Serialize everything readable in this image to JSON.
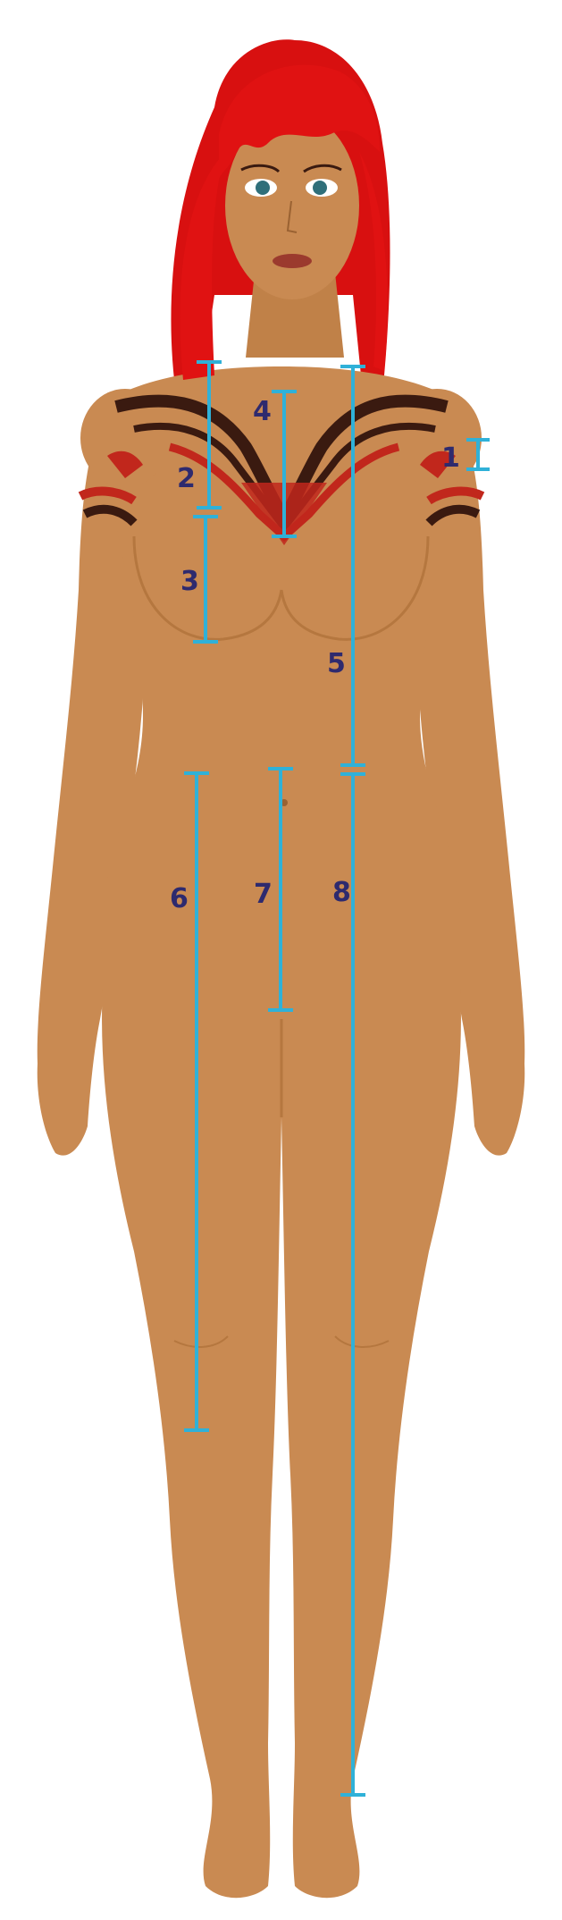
{
  "figure": {
    "description_colors": {
      "skin": "#c98a52",
      "skin_shadow": "#b5773f",
      "hair": "#e01212",
      "hair_dark": "#9c0a0a",
      "tattoo_dark": "#3a1a10",
      "tattoo_red": "#c1271c",
      "measure_line": "#2fb1d8",
      "label": "#2e2a6e"
    }
  },
  "measurements": [
    {
      "id": "1",
      "label": "1"
    },
    {
      "id": "2",
      "label": "2"
    },
    {
      "id": "3",
      "label": "3"
    },
    {
      "id": "4",
      "label": "4"
    },
    {
      "id": "5",
      "label": "5"
    },
    {
      "id": "6",
      "label": "6"
    },
    {
      "id": "7",
      "label": "7"
    },
    {
      "id": "8",
      "label": "8"
    }
  ]
}
